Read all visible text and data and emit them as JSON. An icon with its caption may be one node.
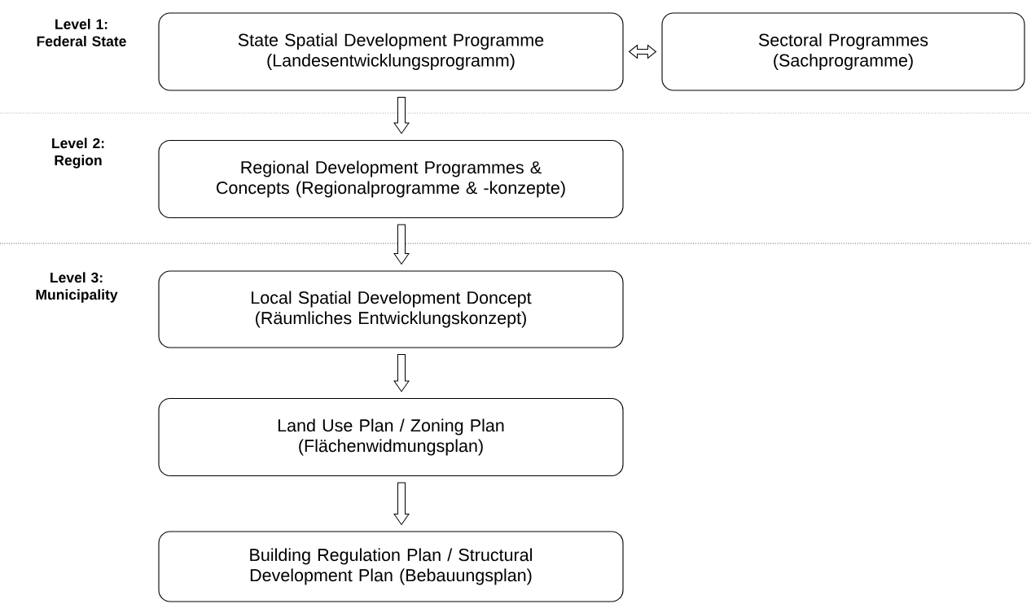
{
  "diagram": {
    "nodes": [
      {
        "text": [
          "State Spatial Development Programme (Landesentwicklungsprogramm)"
        ]
      },
      {
        "text": [
          "Sectoral Programmes (Sachprogramme)"
        ]
      },
      {
        "text": [
          "Regional Development Programmes & Concepts (Regionalprogramme & -konzepte)"
        ]
      },
      {
        "text": [
          "Local Spatial Development Doncept (Räumliches Entwicklungskonzept)"
        ]
      },
      {
        "text": [
          "Land Use Plan / Zoning Plan (Flächenwidmungsplan)"
        ]
      },
      {
        "text": [
          "Building Regulation Plan / Structural Development Plan (Bebauungsplan)"
        ]
      }
    ],
    "edges": [
      {
        "from": 0,
        "to": 1,
        "arrow": "both"
      },
      {
        "from": 0,
        "to": 2,
        "arrow": "to"
      },
      {
        "from": 2,
        "to": 3,
        "arrow": "to"
      },
      {
        "from": 3,
        "to": 4,
        "arrow": "to"
      },
      {
        "from": 4,
        "to": 5,
        "arrow": "to"
      }
    ],
    "labels": [
      "Level 1: Federal State",
      "Level 2: Region",
      "Level 3: Municipality"
    ]
  }
}
